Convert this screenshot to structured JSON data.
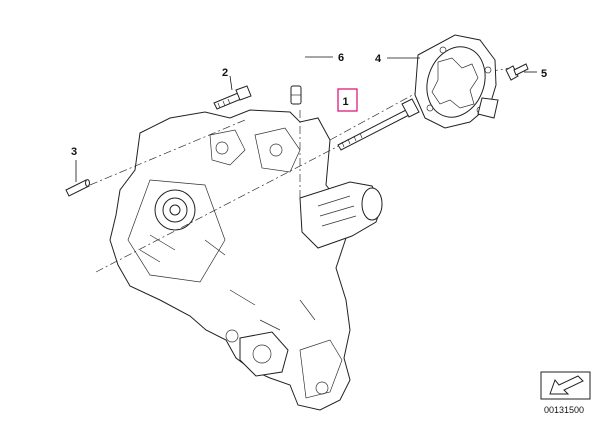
{
  "callouts": [
    {
      "num": "1",
      "highlighted": true,
      "highlight_color": "#e0197d"
    },
    {
      "num": "2",
      "highlighted": false
    },
    {
      "num": "3",
      "highlighted": false
    },
    {
      "num": "4",
      "highlighted": false
    },
    {
      "num": "5",
      "highlighted": false
    },
    {
      "num": "6",
      "highlighted": false
    }
  ],
  "diagram_code": "00131500",
  "nav_icon": "arrow-icon"
}
